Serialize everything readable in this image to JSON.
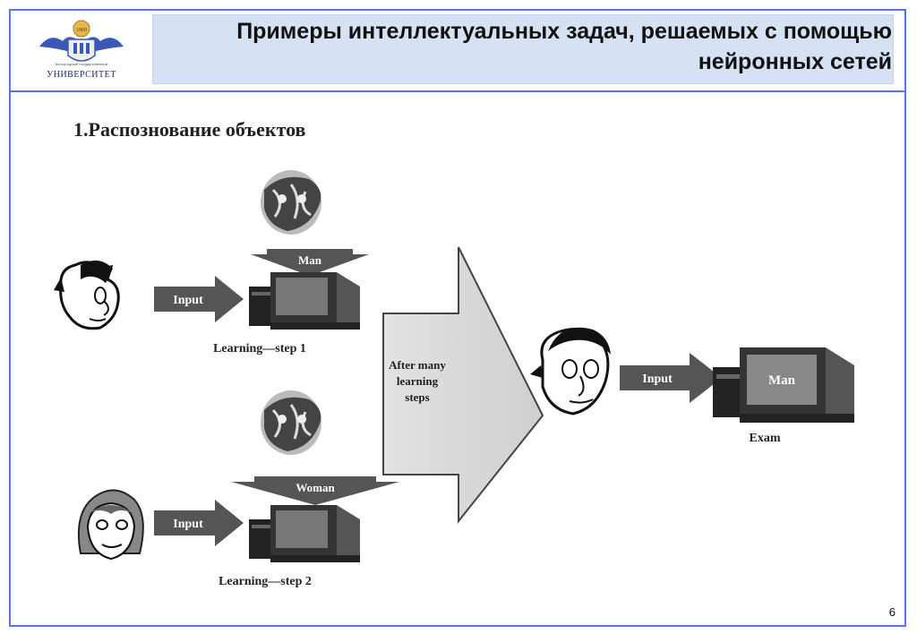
{
  "slide": {
    "title": "Примеры интеллектуальных задач, решаемых с помощью нейронных сетей",
    "page_number": "6",
    "logo_text": "УНИВЕРСИТЕТ",
    "accent_color": "#5a76e0",
    "header_bg": "#d6e2f4"
  },
  "diagram": {
    "heading": "1.Распознование объектов",
    "step1": {
      "label_above": "Man",
      "input_label": "Input",
      "caption": "Learning—step 1"
    },
    "step2": {
      "label_above": "Woman",
      "input_label": "Input",
      "caption": "Learning—step 2"
    },
    "big_arrow_text": [
      "After many",
      "learning",
      "steps"
    ],
    "exam": {
      "input_label": "Input",
      "screen_label": "Man",
      "caption": "Exam"
    },
    "icons": [
      "man-face-icon",
      "woman-face-icon",
      "distorted-face-icon",
      "computer-icon",
      "arrow-icon"
    ]
  }
}
